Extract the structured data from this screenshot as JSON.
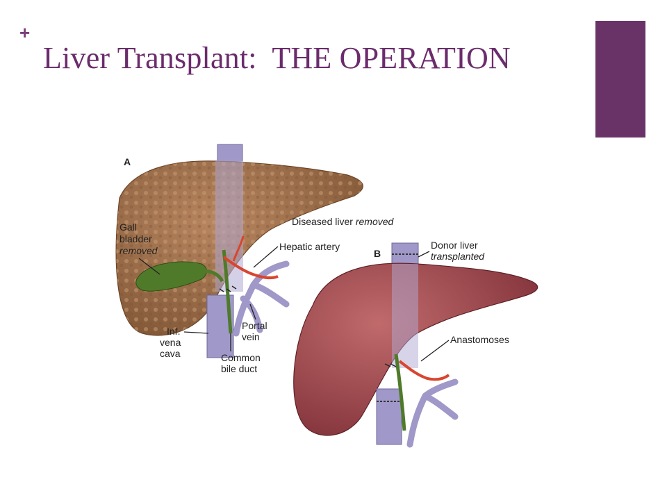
{
  "slide": {
    "bullet": "+",
    "title": "Liver Transplant:  THE OPERATION",
    "accent_color": "#6a3368",
    "title_color": "#6b2c6c"
  },
  "figure": {
    "panel_a": {
      "letter": "A",
      "gall_bladder": [
        "Gall",
        "bladder",
        "removed"
      ],
      "diseased": [
        "Diseased liver ",
        "removed"
      ],
      "hepatic_artery": "Hepatic artery",
      "inf_vena_cava": [
        "Inf.",
        "vena",
        "cava"
      ],
      "portal_vein": [
        "Portal",
        "vein"
      ],
      "common_bile_duct": [
        "Common",
        "bile duct"
      ]
    },
    "panel_b": {
      "letter": "B",
      "donor": [
        "Donor liver",
        "transplanted"
      ],
      "anastomoses": "Anastomoses"
    },
    "colors": {
      "diseased_liver": "#a0704a",
      "healthy_liver": "#9c4a4e",
      "gall_bladder": "#4f7a2a",
      "vein": "#9f98c8",
      "artery": "#d9452f"
    }
  }
}
